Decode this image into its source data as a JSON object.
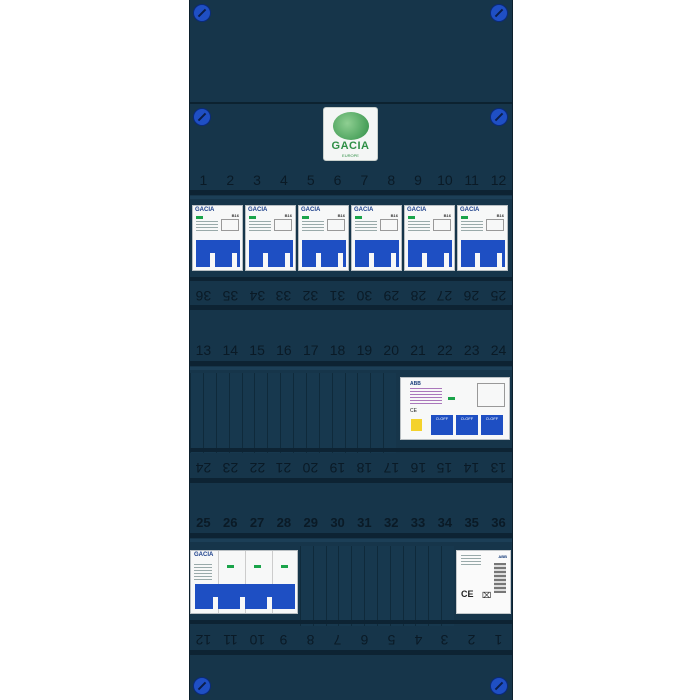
{
  "panel": {
    "logo": {
      "brand": "GACIA",
      "sub": "EUROPE"
    },
    "rows": {
      "row1_top": [
        "1",
        "2",
        "3",
        "4",
        "5",
        "6",
        "7",
        "8",
        "9",
        "10",
        "11",
        "12"
      ],
      "row1_bottom": [
        "36",
        "35",
        "34",
        "33",
        "32",
        "31",
        "30",
        "29",
        "28",
        "27",
        "26",
        "25"
      ],
      "row2_top": [
        "13",
        "14",
        "15",
        "16",
        "17",
        "18",
        "19",
        "20",
        "21",
        "22",
        "23",
        "24"
      ],
      "row2_bottom": [
        "24",
        "23",
        "22",
        "21",
        "20",
        "19",
        "18",
        "17",
        "16",
        "15",
        "14",
        "13"
      ],
      "row3_top": [
        "25",
        "26",
        "27",
        "28",
        "29",
        "30",
        "31",
        "32",
        "33",
        "34",
        "35",
        "36"
      ],
      "row3_bottom": [
        "12",
        "11",
        "10",
        "9",
        "8",
        "7",
        "6",
        "5",
        "4",
        "3",
        "2",
        "1"
      ]
    },
    "breakers": [
      {
        "brand": "GACIA",
        "rating": "B16"
      },
      {
        "brand": "GACIA",
        "rating": "B16"
      },
      {
        "brand": "GACIA",
        "rating": "B16"
      },
      {
        "brand": "GACIA",
        "rating": "B16"
      },
      {
        "brand": "GACIA",
        "rating": "B16"
      },
      {
        "brand": "GACIA",
        "rating": "B16"
      }
    ],
    "rcd": {
      "header": "ABB",
      "mark": "CE",
      "toggle1": "O-OFF",
      "toggle2": "O-OFF",
      "toggle3": "O-OFF"
    },
    "rcd_bottom": {
      "brand": "GACIA"
    },
    "surge": {
      "brand": "ABB",
      "mark": "CE",
      "bin": "⌧"
    },
    "colors": {
      "panel": "#16354a",
      "handle": "#1e4fc3",
      "screw": "#1f4fc4",
      "logo": "#2f8f46"
    }
  }
}
